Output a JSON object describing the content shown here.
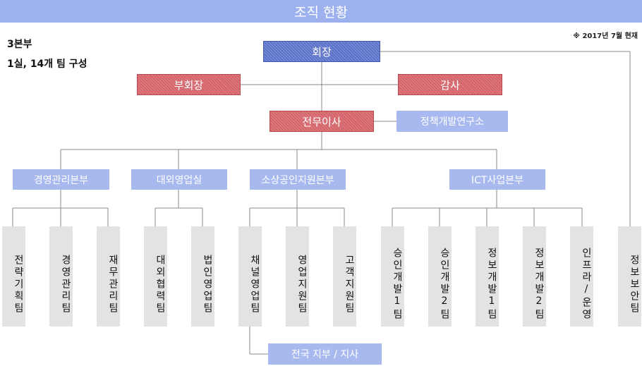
{
  "title": "조직 현황",
  "note": "※ 2017년 7월 현재",
  "summary": [
    "3본부",
    "1실, 14개 팀 구성"
  ],
  "executives": {
    "chairman": "회장",
    "vice_chairman": "부회장",
    "auditor": "감사",
    "managing_director": "전무이사",
    "institute": "정책개발연구소"
  },
  "divisions": [
    {
      "id": "management",
      "name": "경영관리본부",
      "teams": [
        "전략기획팀",
        "경영관리팀",
        "재무관리팀"
      ]
    },
    {
      "id": "external",
      "name": "대외영업실",
      "teams": [
        "대외협력팀",
        "법인영업팀"
      ]
    },
    {
      "id": "small-business",
      "name": "소상공인지원본부",
      "teams": [
        "채널영업팀",
        "영업지원팀",
        "고객지원팀"
      ]
    },
    {
      "id": "ict",
      "name": "ICT사업본부",
      "teams": [
        "승인개발1팀",
        "승인개발2팀",
        "정보개발1팀",
        "정보개발2팀",
        "인프라/운영"
      ]
    }
  ],
  "security_team": "정보보안팀",
  "branch_network": "전국 지부 / 지사",
  "colors": {
    "banner": "#9db1ef",
    "chairman": "#5b72c9",
    "executive": "#d4646a",
    "division": "#a8b9f0",
    "team": "#e3e3e3",
    "connector": "#8a8a8a"
  }
}
